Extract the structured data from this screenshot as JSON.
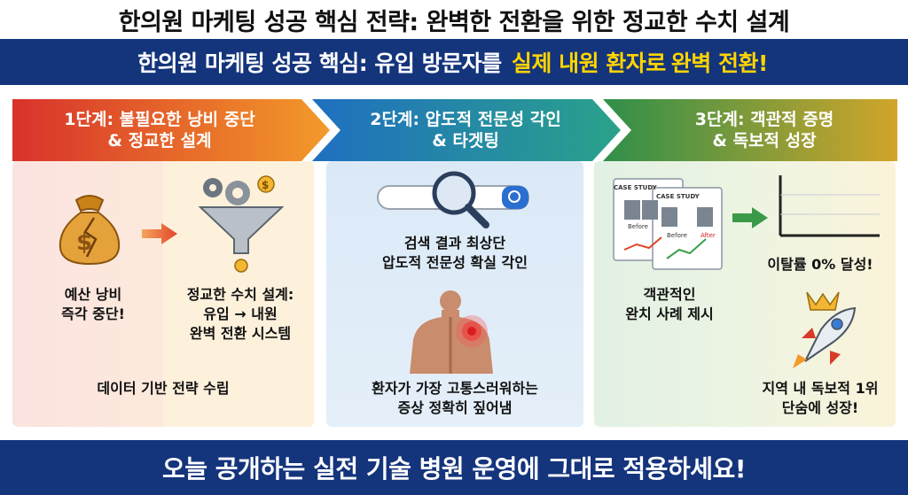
{
  "main_title": "한의원 마케팅 성공 핵심 전략: 완벽한 전환을 위한 정교한 수치 설계",
  "subtitle": {
    "part1": "한의원 마케팅 성공 핵심: 유입 방문자를",
    "highlight1": "실제 내원 환자로",
    "highlight2": "완벽 전환!"
  },
  "steps": [
    {
      "header_line1": "1단계: 불필요한 낭비 중단",
      "header_line2": "& 정교한 설계",
      "budget_text_line1": "예산 낭비",
      "budget_text_line2": "즉각 중단!",
      "design_text_line1": "정교한 수치 설계:",
      "design_text_line2": "유입 → 내원",
      "design_text_line3": "완벽 전환 시스템",
      "footer_text": "데이터 기반 전략 수립",
      "icons": [
        "money-bag-icon",
        "arrow-right-icon",
        "funnel-icon",
        "gear-icon",
        "dollar-coin-icon"
      ]
    },
    {
      "header_line1": "2단계: 압도적 전문성 각인",
      "header_line2": "& 타겟팅",
      "search_text_line1": "검색 결과 최상단",
      "search_text_line2": "압도적 전문성 확실 각인",
      "pain_text_line1": "환자가 가장 고통스러워하는",
      "pain_text_line2": "증상 정확히 짚어냄",
      "icons": [
        "search-bar-icon",
        "magnifier-icon",
        "body-pain-icon"
      ]
    },
    {
      "header_line1": "3단계: 객관적 증명",
      "header_line2": "& 독보적 성장",
      "case_label": "CASE STUDY",
      "before_label": "Before",
      "after_label": "After",
      "case_text_line1": "객관적인",
      "case_text_line2": "완치 사례 제시",
      "chart_text": "이탈률 0% 달성!",
      "growth_text_line1": "지역 내 독보적 1위",
      "growth_text_line2": "단숨에 성장!",
      "icons": [
        "case-study-icon",
        "growth-chart-icon",
        "rocket-icon",
        "crown-icon"
      ]
    }
  ],
  "bottom_banner": "오늘 공개하는 실전 기술 병원 운영에 그대로 적용하세요!",
  "colors": {
    "navy": "#14347c",
    "highlight_yellow": "#ffd400",
    "step1_red": "#e0442b",
    "step1_orange": "#f08a2c",
    "step2_blue": "#2a7fc6",
    "step3_green": "#3a9a4a",
    "step3_gold": "#c9a227"
  }
}
